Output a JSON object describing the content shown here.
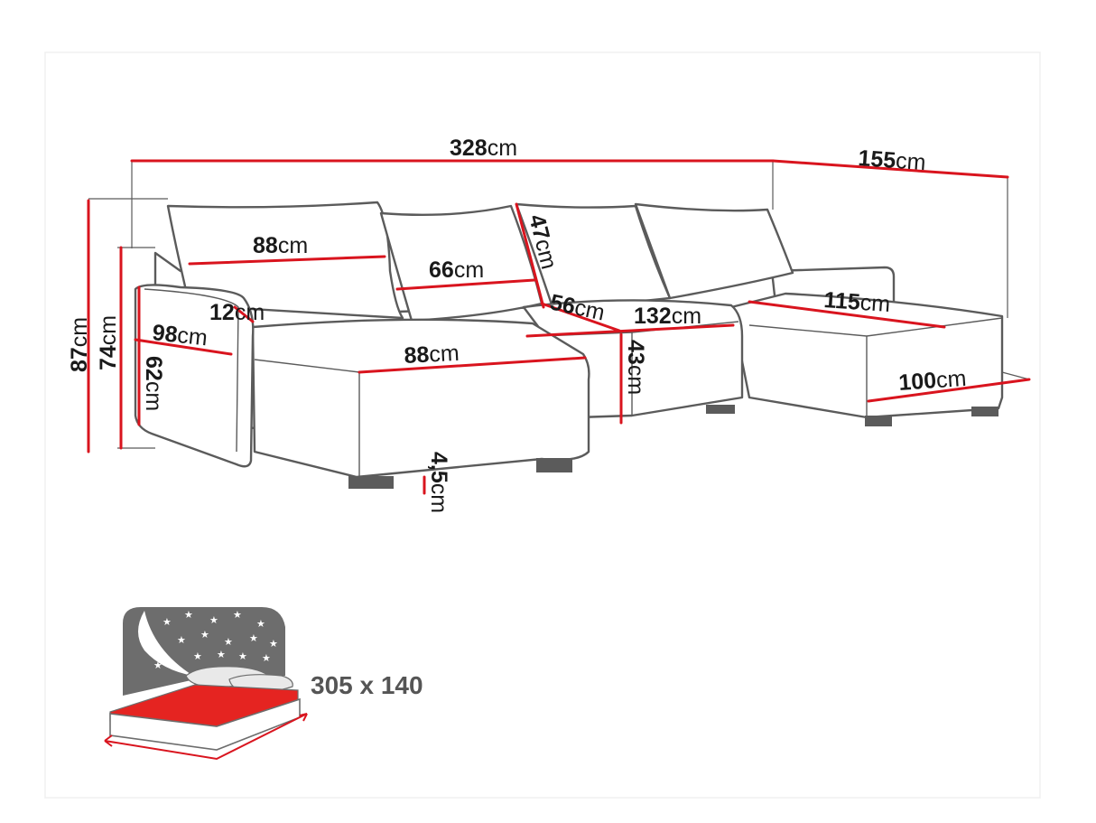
{
  "diagram": {
    "dimensions": {
      "total_width": {
        "value": "328",
        "unit": "cm"
      },
      "chaise_length": {
        "value": "155",
        "unit": "cm"
      },
      "total_height": {
        "value": "87",
        "unit": "cm"
      },
      "armrest_height": {
        "value": "74",
        "unit": "cm"
      },
      "arm_depth": {
        "value": "62",
        "unit": "cm"
      },
      "arm_length": {
        "value": "98",
        "unit": "cm"
      },
      "arm_width": {
        "value": "12",
        "unit": "cm"
      },
      "cushion_left_width": {
        "value": "88",
        "unit": "cm"
      },
      "cushion_middle_width": {
        "value": "66",
        "unit": "cm"
      },
      "cushion_height": {
        "value": "47",
        "unit": "cm"
      },
      "seat_depth": {
        "value": "56",
        "unit": "cm"
      },
      "middle_seat_width": {
        "value": "132",
        "unit": "cm"
      },
      "chaise_seat_length": {
        "value": "115",
        "unit": "cm"
      },
      "left_seat_width": {
        "value": "88",
        "unit": "cm"
      },
      "seat_height": {
        "value": "43",
        "unit": "cm"
      },
      "chaise_width": {
        "value": "100",
        "unit": "cm"
      },
      "leg_height": {
        "value": "4,5",
        "unit": "cm"
      }
    },
    "sleeping_area": {
      "label": "305 x 140"
    },
    "colors": {
      "outline": "#5b5b5b",
      "dimension_line": "#d9141e",
      "mattress": "#e52421",
      "bed_backdrop": "#6d6d6d"
    },
    "icons": [
      "sofa-drawing",
      "bed-function-icon",
      "star-icon"
    ]
  }
}
